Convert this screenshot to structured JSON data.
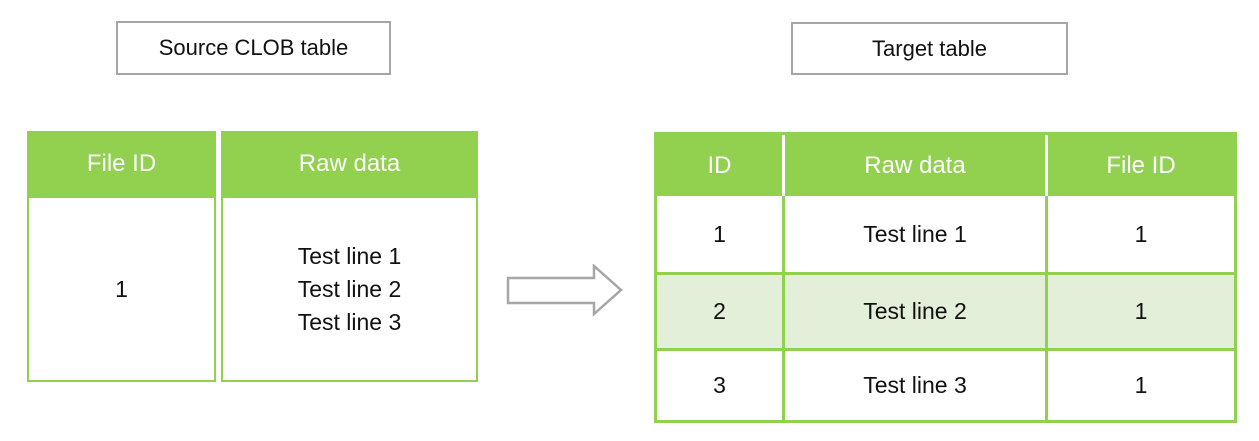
{
  "labels": {
    "source": "Source CLOB table",
    "target": "Target table"
  },
  "source_table": {
    "columns": [
      "File ID",
      "Raw data"
    ],
    "row": {
      "file_id": "1",
      "raw_data_lines": [
        "Test line 1",
        "Test line 2",
        "Test line 3"
      ]
    }
  },
  "target_table": {
    "columns": [
      "ID",
      "Raw data",
      "File ID"
    ],
    "rows": [
      {
        "id": "1",
        "raw_data": "Test line 1",
        "file_id": "1"
      },
      {
        "id": "2",
        "raw_data": "Test line 2",
        "file_id": "1"
      },
      {
        "id": "3",
        "raw_data": "Test line 3",
        "file_id": "1"
      }
    ],
    "highlighted_row_index": 1
  },
  "icons": {
    "arrow": "right-block-arrow"
  },
  "colors": {
    "accent_green": "#92D050",
    "row_highlight_green": "#E4EFDA",
    "header_text": "#FFFFFF",
    "outline_gray": "#A6A6A6",
    "text": "#111111"
  }
}
